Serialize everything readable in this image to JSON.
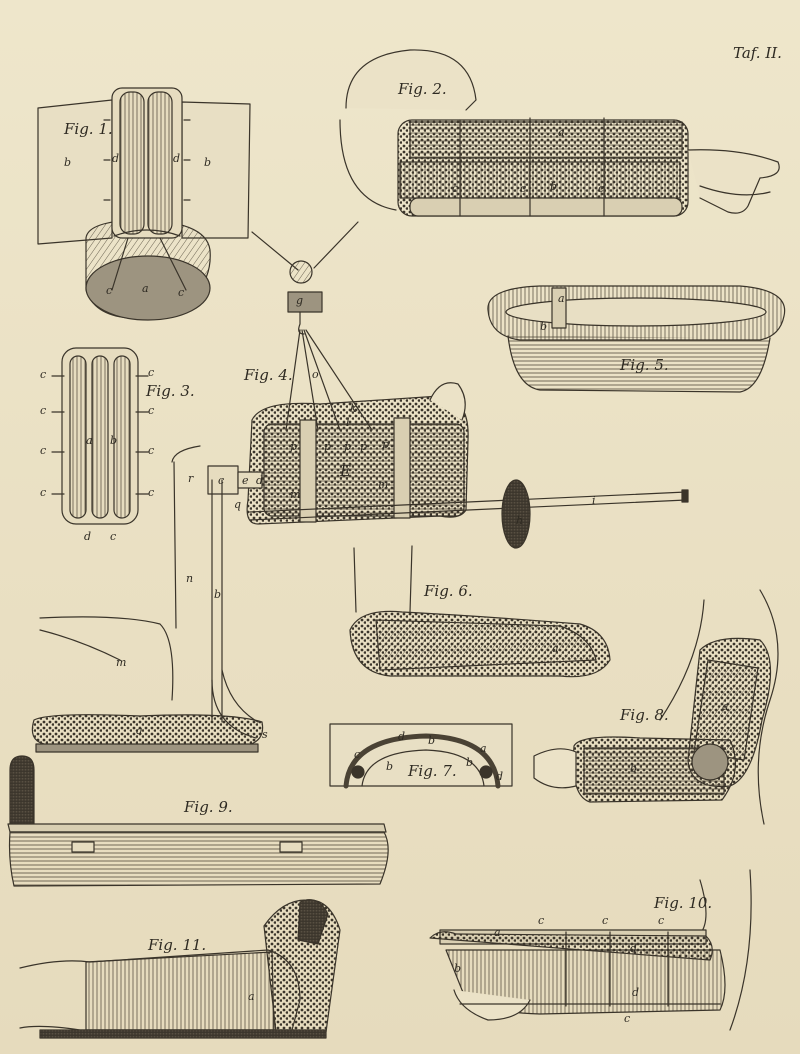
{
  "plate_label": "Taf. II.",
  "figures": {
    "fig1": {
      "label": "Fig. 1.",
      "letters": [
        "b",
        "b",
        "d",
        "d",
        "c",
        "a",
        "c"
      ]
    },
    "fig2": {
      "label": "Fig. 2.",
      "letters": [
        "a",
        "c",
        "c",
        "b",
        "c"
      ]
    },
    "fig3": {
      "label": "Fig. 3.",
      "letters": [
        "c",
        "c",
        "c",
        "c",
        "c",
        "c",
        "c",
        "c",
        "a",
        "b",
        "d",
        "c"
      ]
    },
    "fig4": {
      "label": "Fig. 4.",
      "letters": [
        "o",
        "g",
        "k",
        "l",
        "p",
        "p",
        "p",
        "p",
        "p",
        "E",
        "m",
        "m",
        "r",
        "c",
        "e",
        "d",
        "q",
        "i",
        "h",
        "n",
        "b",
        "m",
        "a",
        "s"
      ]
    },
    "fig5": {
      "label": "Fig. 5.",
      "letters": [
        "a",
        "b"
      ]
    },
    "fig6": {
      "label": "Fig. 6.",
      "letters": [
        "a"
      ]
    },
    "fig7": {
      "label": "Fig. 7.",
      "letters": [
        "d",
        "b",
        "b",
        "a",
        "c",
        "d",
        "b"
      ]
    },
    "fig8": {
      "label": "Fig. 8.",
      "letters": [
        "a",
        "b"
      ]
    },
    "fig9": {
      "label": "Fig. 9."
    },
    "fig10": {
      "label": "Fig. 10.",
      "letters": [
        "c",
        "c",
        "c",
        "a",
        "d",
        "b",
        "d",
        "c"
      ]
    },
    "fig11": {
      "label": "Fig. 11.",
      "letters": [
        "a"
      ]
    }
  }
}
